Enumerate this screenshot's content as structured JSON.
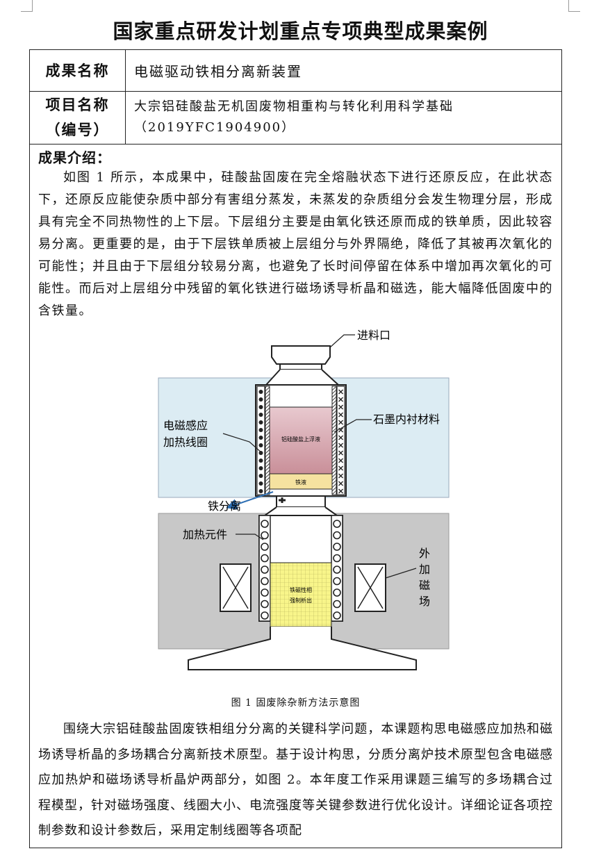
{
  "header": {
    "title": "国家重点研发计划重点专项典型成果案例"
  },
  "result_row": {
    "label": "成果名称",
    "value": "电磁驱动铁相分离新装置"
  },
  "project_row": {
    "label_line1": "项目名称",
    "label_line2": "（编号）",
    "value_line1": "大宗铝硅酸盐无机固废物相重构与转化利用科学基础",
    "value_line2": "（2019YFC1904900）"
  },
  "intro": {
    "heading": "成果介绍：",
    "paragraph1": "如图 1 所示，本成果中，硅酸盐固废在完全熔融状态下进行还原反应，在此状态下，还原反应能使杂质中部分有害组分蒸发，未蒸发的杂质组分会发生物理分层，形成具有完全不同热物性的上下层。下层组分主要是由氧化铁还原而成的铁单质，因此较容易分离。更重要的是，由于下层铁单质被上层组分与外界隔绝，降低了其被再次氧化的可能性；并且由于下层组分较易分离，也避免了长时间停留在体系中增加再次氧化的可能性。而后对上层组分中残留的氧化铁进行磁场诱导析晶和磁选，能大幅降低固废中的含铁量。",
    "paragraph2": "围绕大宗铝硅酸盐固废铁相组分分离的关键科学问题，本课题构思电磁感应加热和磁场诱导析晶的多场耦合分离新技术原型。基于设计构思，分质分离炉技术原型包含电磁感应加热炉和磁场诱导析晶炉两部分，如图 2。本年度工作采用课题三编写的多场耦合过程模型，针对磁场强度、线圈大小、电流强度等关键参数进行优化设计。详细论证各项控制参数和设计参数后，采用定制线圈等各项配"
  },
  "figure": {
    "caption": "图 1  固废除杂新方法示意图",
    "labels": {
      "inlet": "进料口",
      "graphite_lining": "石墨内衬材料",
      "induction_coil_line1": "电磁感应",
      "induction_coil_line2": "加热线圈",
      "iron_separation": "铁分离",
      "heating_element": "加热元件",
      "external_field_chars": [
        "外",
        "加",
        "磁",
        "场"
      ],
      "upper_melt": "铝硅酸盐上浮液",
      "lower_iron": "铁液",
      "crystal_line1": "铁磁性相",
      "crystal_line2": "强制析出"
    },
    "colors": {
      "upper_zone_bg": "#dcecf3",
      "lower_zone_bg": "#c8c8c8",
      "melt_top": "#e8c9cf",
      "melt_bottom": "#c98f99",
      "iron_layer": "#f5e2a0",
      "crystal_fill": "#f8f58a",
      "arrow_blue": "#2e6fb3"
    }
  }
}
